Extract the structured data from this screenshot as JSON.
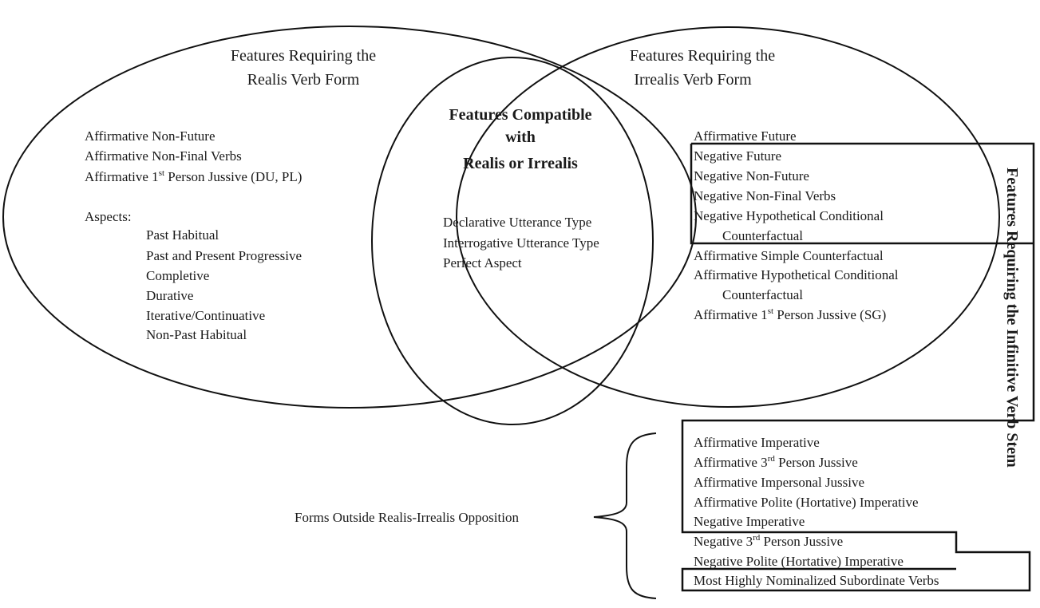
{
  "realis": {
    "title": [
      "Features Requiring the",
      "Realis Verb Form"
    ],
    "items": [
      "Affirmative Non-Future",
      "Affirmative Non-Final Verbs"
    ],
    "jussive": {
      "pre": "Affirmative 1",
      "sup": "st",
      "post": " Person Jussive (DU, PL)"
    },
    "aspects_label": "Aspects:",
    "aspects": [
      "Past Habitual",
      "Past and Present Progressive",
      "Completive",
      "Durative",
      "Iterative/Continuative",
      "Non-Past Habitual"
    ]
  },
  "compatible": {
    "title": [
      "Features Compatible",
      "with",
      "Realis or Irrealis"
    ],
    "items": [
      "Declarative Utterance Type",
      "Interrogative Utterance Type",
      "Perfect Aspect"
    ]
  },
  "irrealis": {
    "title": [
      "Features Requiring the",
      "Irrealis Verb Form"
    ],
    "items": [
      "Affirmative Future",
      "Negative Future",
      "Negative Non-Future",
      "Negative Non-Final Verbs",
      "Negative Hypothetical Conditional",
      "Counterfactual",
      "Affirmative Simple Counterfactual",
      "Affirmative Hypothetical Conditional",
      "Counterfactual"
    ],
    "jussive": {
      "pre": "Affirmative 1",
      "sup": "st",
      "post": " Person Jussive (SG)"
    }
  },
  "infinitive_label": "Features Requiring the Infinitive Verb Stem",
  "outside": {
    "label": "Forms Outside Realis-Irrealis Opposition",
    "items": [
      "Affirmative Imperative"
    ],
    "jussive3": {
      "pre": "Affirmative 3",
      "sup": "rd",
      "post": " Person Jussive"
    },
    "items2": [
      "Affirmative Impersonal Jussive",
      "Affirmative Polite (Hortative) Imperative",
      "Negative Imperative"
    ],
    "neg_jussive3": {
      "pre": "Negative 3",
      "sup": "rd",
      "post": " Person Jussive"
    },
    "items3": [
      "Negative Polite (Hortative) Imperative",
      "Most Highly Nominalized Subordinate Verbs"
    ]
  }
}
